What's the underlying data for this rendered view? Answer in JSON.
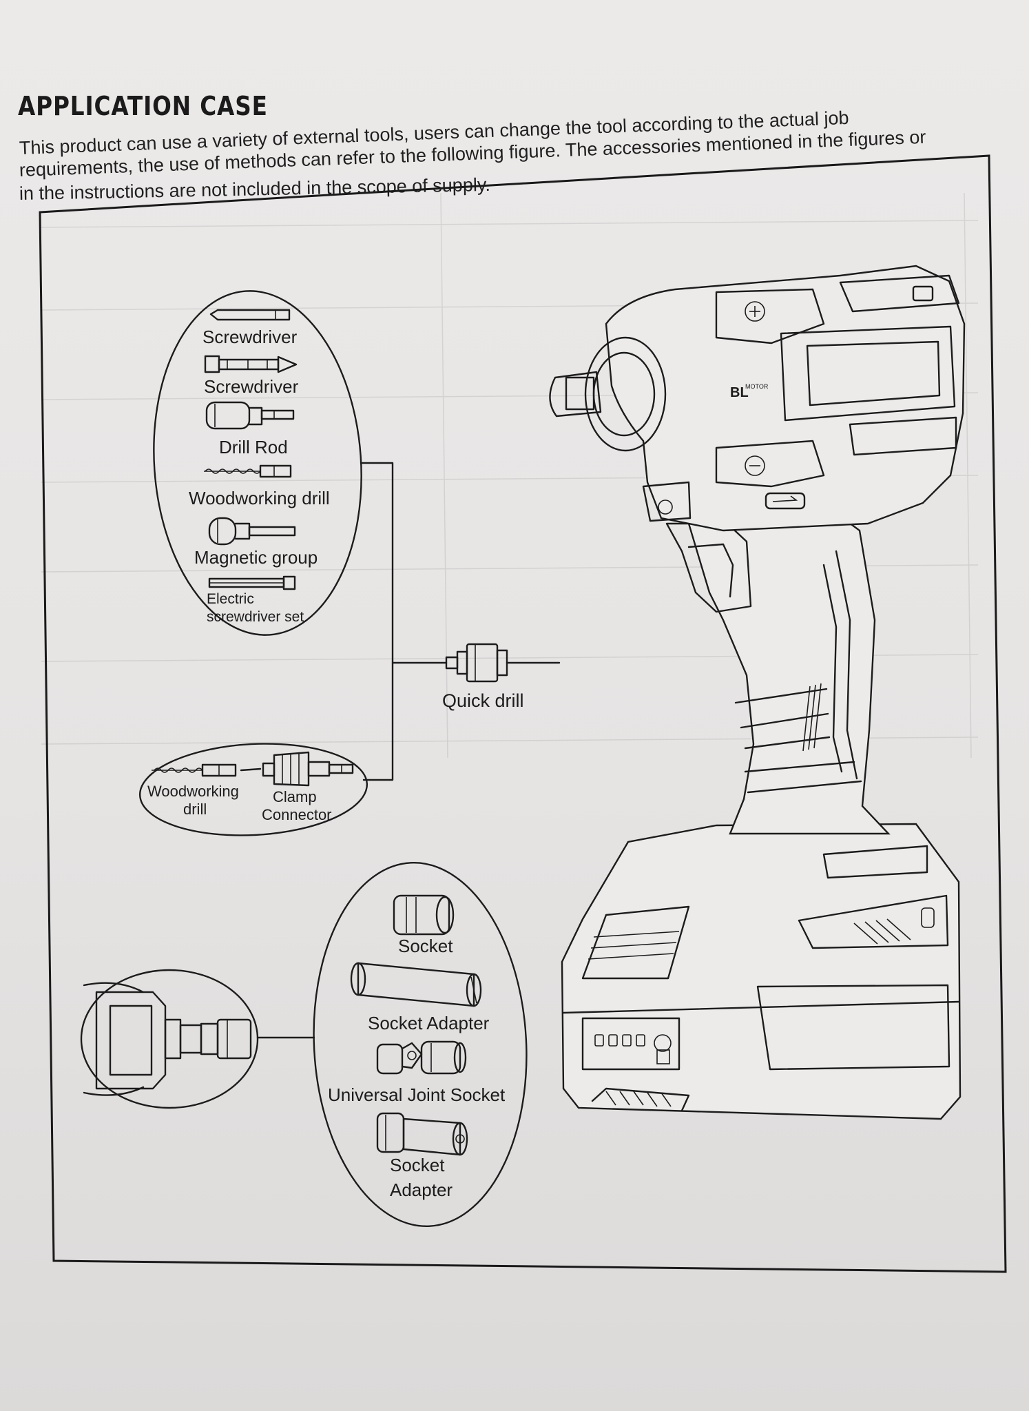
{
  "heading": {
    "title": "APPLICATION  CASE",
    "intro_lines": [
      "This product can use a variety of external tools, users can change the tool according to the actual job",
      "requirements, the use of methods can refer to the following figure. The accessories mentioned in the figures or",
      "in the instructions are not included in the scope of supply."
    ]
  },
  "bits_group": {
    "items": [
      {
        "label": "Screwdriver",
        "icon": "screwdriver-bit-icon"
      },
      {
        "label": "Screwdriver",
        "icon": "phillips-bit-icon"
      },
      {
        "label": "Drill Rod",
        "icon": "nut-driver-icon"
      },
      {
        "label": "Woodworking drill",
        "icon": "auger-bit-icon"
      },
      {
        "label": "Magnetic group",
        "icon": "magnetic-holder-icon"
      },
      {
        "label_lines": [
          "Electric",
          "screwdriver set"
        ],
        "icon": "extension-bit-icon"
      }
    ]
  },
  "quick_drill": {
    "label": "Quick drill",
    "icon": "quick-chuck-adapter-icon"
  },
  "chuck_group": {
    "woodworking": {
      "label_lines": [
        "Woodworking",
        "drill"
      ],
      "icon": "auger-bit-icon"
    },
    "clamp": {
      "label_lines": [
        "Clamp",
        "Connector"
      ],
      "icon": "keyless-chuck-icon"
    }
  },
  "socket_group": {
    "items": [
      {
        "label": "Socket",
        "icon": "socket-icon"
      },
      {
        "label": "Socket Adapter",
        "icon": "socket-adapter-icon"
      },
      {
        "label": "Universal Joint Socket",
        "icon": "universal-joint-icon"
      },
      {
        "label_lines": [
          "Socket",
          "Adapter"
        ],
        "icon": "impact-socket-icon"
      }
    ]
  },
  "tool": {
    "brand_mark": "BL",
    "brand_sub": "MOTOR",
    "description": "cordless impact wrench with battery pack"
  },
  "colors": {
    "paper": "#e8e6e5",
    "ink": "#1c1c1c"
  }
}
